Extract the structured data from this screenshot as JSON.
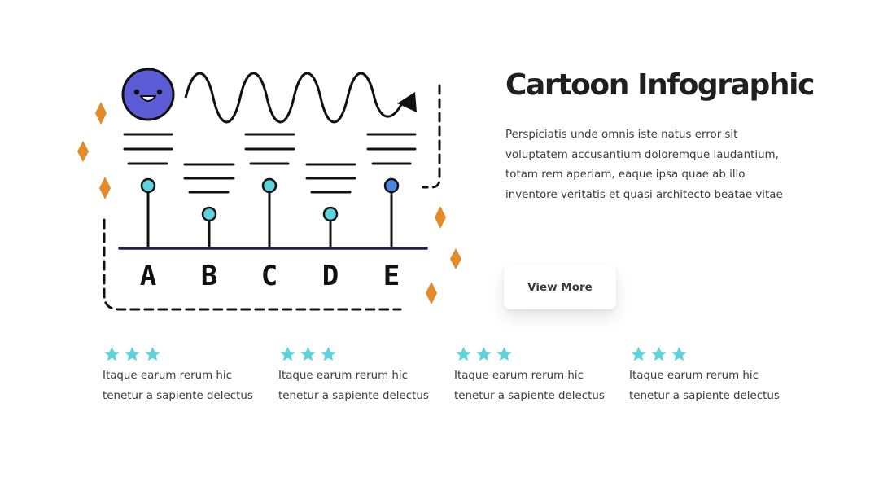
{
  "hero": {
    "title": "Cartoon Infographic",
    "description": "Perspiciatis unde omnis iste natus error sit voluptatem accusantium doloremque laudantium, totam rem aperiam, eaque ipsa quae ab illo inventore veritatis et quasi architecto beatae vitae",
    "button_label": "View More"
  },
  "diagram": {
    "labels": [
      "A",
      "B",
      "C",
      "D",
      "E"
    ],
    "colors": {
      "outline": "#111111",
      "baseline": "#1e1f4a",
      "face": "#5b5bd6",
      "diamond": "#e38a2a",
      "pin": "#5fd3dc",
      "pin_blue": "#4a86e0"
    }
  },
  "features": [
    {
      "stars": 3,
      "text": "Itaque earum rerum hic tenetur a sapiente delectus"
    },
    {
      "stars": 3,
      "text": "Itaque earum rerum hic tenetur a sapiente delectus"
    },
    {
      "stars": 3,
      "text": "Itaque earum rerum hic tenetur a sapiente delectus"
    },
    {
      "stars": 3,
      "text": "Itaque earum rerum hic tenetur a sapiente delectus"
    }
  ],
  "theme": {
    "star_color": "#5fd3dc",
    "text_color": "#3b3b3b"
  }
}
